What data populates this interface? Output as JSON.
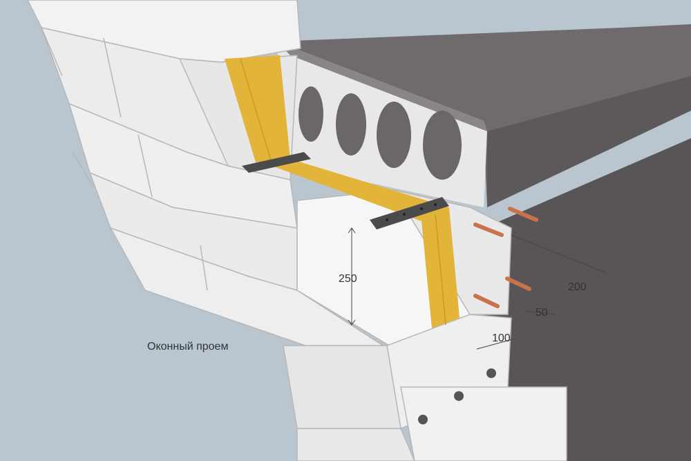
{
  "labels": {
    "opening": "Оконный проем"
  },
  "dimensions": {
    "height": "250",
    "offset_200": "200",
    "offset_50": "50",
    "offset_100": "100"
  },
  "colors": {
    "background": "#b9c6cf",
    "block": "#f0f0f0",
    "slab": "#6f6b6d",
    "insulation": "#e2b53a",
    "rebar": "#c9734a",
    "plate": "#4b4b4b"
  }
}
